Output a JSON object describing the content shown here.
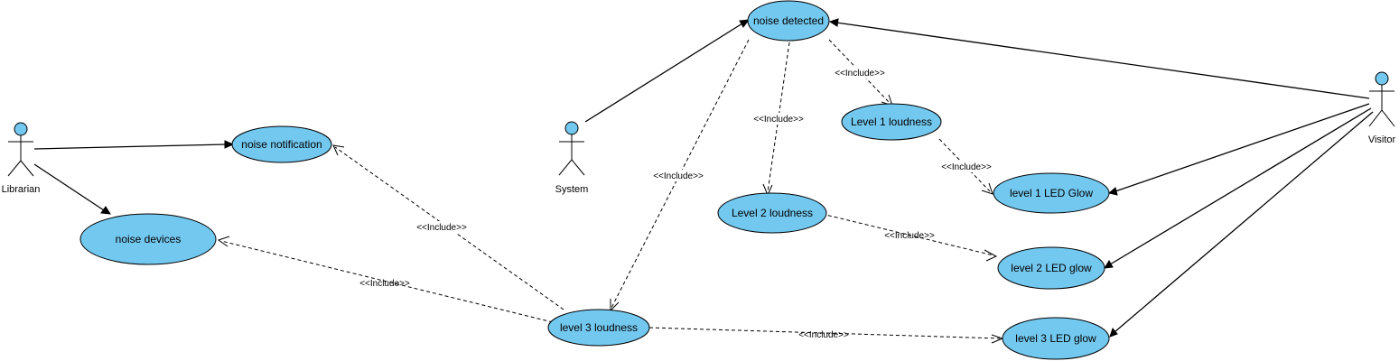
{
  "diagram": {
    "colors": {
      "usecase_fill": "#73c8ef",
      "actor_fill": "#73c8ef",
      "line": "#000000"
    },
    "actors": [
      {
        "id": "librarian",
        "label": "Librarian"
      },
      {
        "id": "system",
        "label": "System"
      },
      {
        "id": "visitor",
        "label": "Visitor"
      }
    ],
    "use_cases": [
      {
        "id": "noise_detected",
        "label": "noise detected"
      },
      {
        "id": "noise_notification",
        "label": "noise notification"
      },
      {
        "id": "noise_devices",
        "label": "noise devices"
      },
      {
        "id": "level1_loudness",
        "label": "Level 1 loudness"
      },
      {
        "id": "level2_loudness",
        "label": "Level 2 loudness"
      },
      {
        "id": "level3_loudness",
        "label": "level 3 loudness"
      },
      {
        "id": "level1_led",
        "label": "level 1 LED Glow"
      },
      {
        "id": "level2_led",
        "label": "level 2 LED glow"
      },
      {
        "id": "level3_led",
        "label": "level 3 LED glow"
      }
    ],
    "associations": [
      {
        "from": "librarian",
        "to": "noise_notification"
      },
      {
        "from": "librarian",
        "to": "noise_devices"
      },
      {
        "from": "system",
        "to": "noise_detected"
      },
      {
        "from": "visitor",
        "to": "noise_detected"
      },
      {
        "from": "visitor",
        "to": "level1_led"
      },
      {
        "from": "visitor",
        "to": "level2_led"
      },
      {
        "from": "visitor",
        "to": "level3_led"
      }
    ],
    "includes": [
      {
        "from": "noise_detected",
        "to": "level1_loudness",
        "label": "<<Include>>"
      },
      {
        "from": "noise_detected",
        "to": "level2_loudness",
        "label": "<<Include>>"
      },
      {
        "from": "noise_detected",
        "to": "level3_loudness",
        "label": "<<Include>>"
      },
      {
        "from": "level1_loudness",
        "to": "level1_led",
        "label": "<<Include>>"
      },
      {
        "from": "level2_loudness",
        "to": "level2_led",
        "label": "<<Include>>"
      },
      {
        "from": "level3_loudness",
        "to": "level3_led",
        "label": "<<Include>>"
      },
      {
        "from": "level3_loudness",
        "to": "noise_notification",
        "label": "<<Include>>"
      },
      {
        "from": "level3_loudness",
        "to": "noise_devices",
        "label": "<<Include>>"
      }
    ]
  }
}
